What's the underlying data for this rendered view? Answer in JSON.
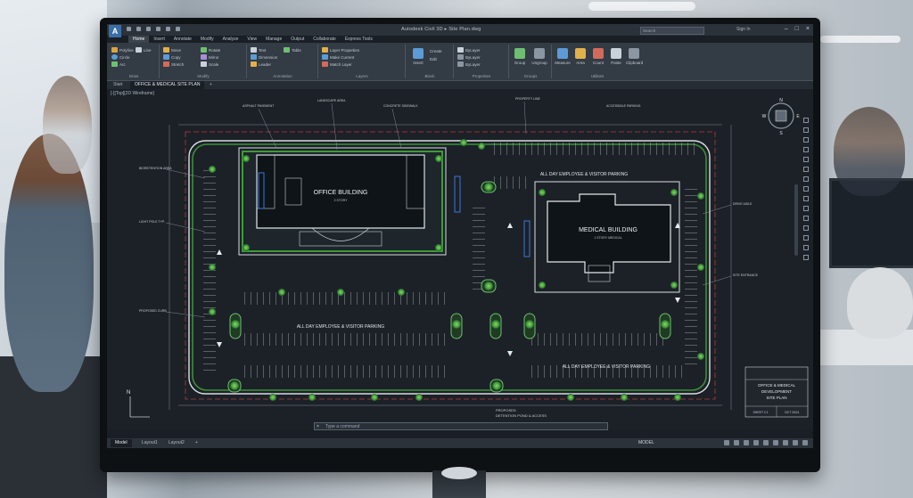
{
  "app": {
    "logo": "A",
    "title": "Autodesk Civil 3D  ▸  Site Plan.dwg",
    "search_placeholder": "Search",
    "user": "Sign In"
  },
  "ribbon_tabs": [
    "Home",
    "Insert",
    "Annotate",
    "Modify",
    "Analyze",
    "View",
    "Manage",
    "Output",
    "Collaborate",
    "Express Tools"
  ],
  "ribbon_panels": [
    {
      "title": "Draw",
      "tools": [
        "Polyline",
        "Circle",
        "Arc",
        "Line"
      ]
    },
    {
      "title": "Modify",
      "tools": [
        "Move",
        "Copy",
        "Stretch",
        "Rotate",
        "Mirror",
        "Scale"
      ]
    },
    {
      "title": "Annotation",
      "tools": [
        "Text",
        "Dimension",
        "Leader",
        "Table"
      ]
    },
    {
      "title": "Layers",
      "tools": [
        "Layer Properties",
        "Make Current",
        "Match Layer"
      ]
    },
    {
      "title": "Block",
      "tools": [
        "Insert",
        "Create",
        "Edit"
      ]
    },
    {
      "title": "Properties",
      "tools": [
        "ByLayer",
        "ByLayer",
        "ByLayer"
      ]
    },
    {
      "title": "Groups",
      "tools": [
        "Group",
        "Ungroup"
      ]
    },
    {
      "title": "Utilities",
      "tools": [
        "Measure",
        "Area",
        "Count",
        "Paste",
        "Clipboard"
      ]
    }
  ],
  "file_tabs": [
    "Start",
    "OFFICE & MEDICAL SITE PLAN",
    "+"
  ],
  "view_label": "[-][Top][2D Wireframe]",
  "drawing": {
    "office_building": "OFFICE BUILDING",
    "office_sub": "2 STORY",
    "medical_building": "MEDICAL BUILDING",
    "medical_sub": "1 STORY MEDICAL",
    "parking_top": "ALL DAY EMPLOYEE & VISITOR PARKING",
    "parking_mid": "ALL DAY EMPLOYEE & VISITOR PARKING",
    "parking_right": "ALL DAY EMPLOYEE & VISITOR PARKING",
    "notes": [
      "ASPHALT PAVEMENT",
      "LANDSCAPE AREA",
      "CONCRETE SIDEWALK",
      "PROPERTY LINE",
      "ACCESSIBLE PARKING",
      "BIORETENTION AREA",
      "LIGHT POLE TYP.",
      "PROPOSED CURB",
      "DRIVE AISLE",
      "SITE ENTRANCE"
    ],
    "north_label": "N",
    "bottom_note_1": "PROPOSED",
    "bottom_note_2": "DETENTION POND & ACCESS"
  },
  "title_block": {
    "project_1": "OFFICE & MEDICAL",
    "project_2": "DEVELOPMENT",
    "project_3": "SITE PLAN",
    "sheet": "SHEET C1",
    "date": "OCT 2024"
  },
  "compass": {
    "n": "N",
    "s": "S",
    "w": "W",
    "e": "E"
  },
  "command_line": {
    "placeholder": "Type a command",
    "close": "×"
  },
  "status_tabs": [
    "Model",
    "Layout1",
    "Layout2",
    "+"
  ],
  "status_model": "MODEL"
}
